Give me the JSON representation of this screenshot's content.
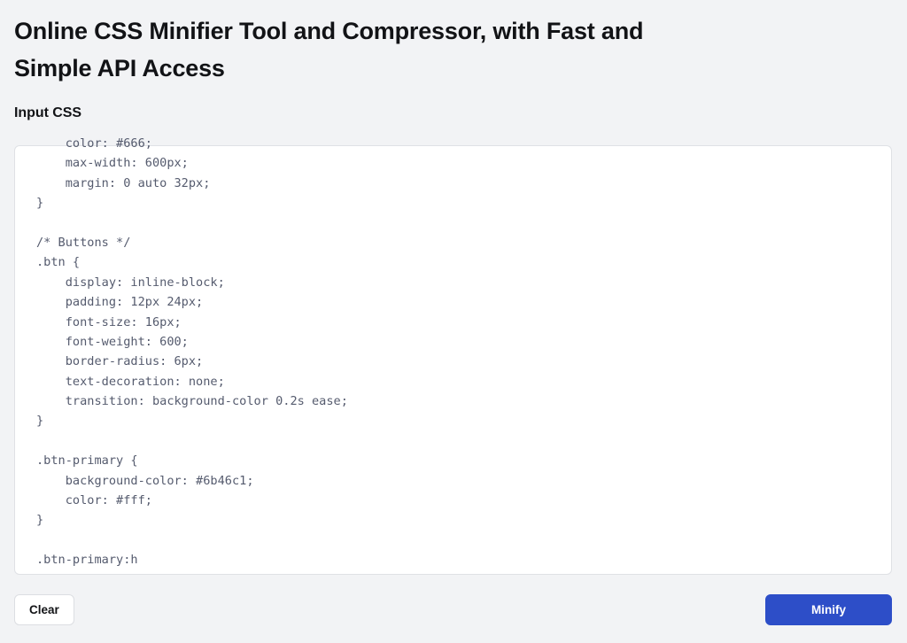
{
  "page": {
    "title": "Online CSS Minifier Tool and Compressor, with Fast and Simple API Access",
    "background_color": "#f2f3f5"
  },
  "input_section": {
    "label": "Input CSS",
    "editor": {
      "scrolled": true,
      "first_line_clipped": true,
      "last_line_clipped": true,
      "background_color": "#ffffff",
      "border_color": "#dfe1e5",
      "text_color": "#555b6e",
      "spellcheck_underline_color": "#e8604c",
      "lines": [
        "    color: #666;",
        "    max-width: 600px;",
        "    margin: 0 auto 32px;",
        "}",
        "",
        "/* Buttons */",
        ".btn {",
        "    display: inline-block;",
        "    padding: 12px 24px;",
        "    font-size: 16px;",
        "    font-weight: 600;",
        "    border-radius: 6px;",
        "    text-decoration: none;",
        "    transition: background-color 0.2s ease;",
        "}",
        "",
        ".btn-primary {",
        "    background-color: #6b46c1;",
        "    color: #fff;",
        "}",
        "",
        ".btn-primary:h"
      ],
      "misspelled_line_index": 21
    }
  },
  "actions": {
    "clear_label": "Clear",
    "minify_label": "Minify",
    "minify_color": "#2d4ec8",
    "clear_border_color": "#dcdee2"
  }
}
